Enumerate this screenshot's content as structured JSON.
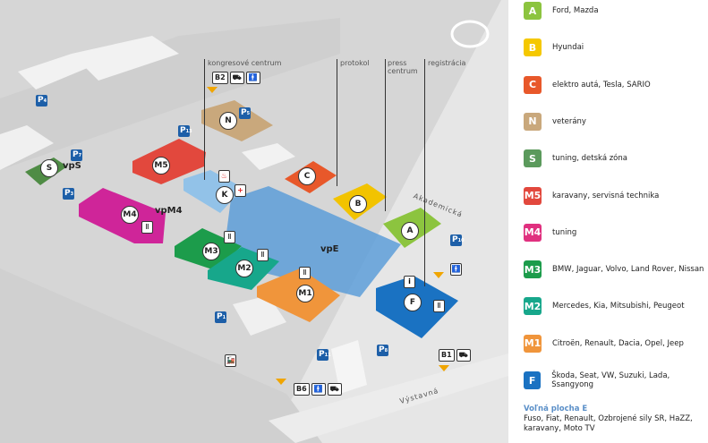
{
  "map": {
    "halls": [
      {
        "id": "N",
        "color": "#c9a87c"
      },
      {
        "id": "M5",
        "color": "#e2483d"
      },
      {
        "id": "S",
        "color": "#4f8c45"
      },
      {
        "id": "M4",
        "color": "#cf2599"
      },
      {
        "id": "K",
        "color": "#92c2e8"
      },
      {
        "id": "C",
        "color": "#e8582a"
      },
      {
        "id": "B",
        "color": "#f2c300"
      },
      {
        "id": "A",
        "color": "#8cc43f"
      },
      {
        "id": "M3",
        "color": "#1c9c4b"
      },
      {
        "id": "M2",
        "color": "#17a78b"
      },
      {
        "id": "M1",
        "color": "#f0953b"
      },
      {
        "id": "F",
        "color": "#1a72c2"
      }
    ],
    "areas": {
      "vpS": "vpS",
      "vpM4": "vpM4",
      "vpE": "vpE"
    },
    "parking": [
      {
        "n": "4"
      },
      {
        "n": "5"
      },
      {
        "n": "13"
      },
      {
        "n": "7"
      },
      {
        "n": "3"
      },
      {
        "n": "10"
      },
      {
        "n": "1"
      },
      {
        "n": "11"
      },
      {
        "n": "8"
      }
    ],
    "parking_letter": "P",
    "pointers": {
      "kongres": "kongresové centrum",
      "protokol": "protokol",
      "press": "press centrum",
      "registracia": "registrácia"
    },
    "gates": {
      "b2": "B2",
      "b1": "B1",
      "b6": "B6"
    },
    "streets": {
      "akademicka": "Akademická",
      "vystavna": "Výstavná"
    }
  },
  "legend": [
    {
      "code": "A",
      "label": "Ford, Mazda",
      "color": "#8cc43f"
    },
    {
      "code": "B",
      "label": "Hyundai",
      "color": "#f5c800"
    },
    {
      "code": "C",
      "label": "elektro autá, Tesla, SARIO",
      "color": "#e8582a"
    },
    {
      "code": "N",
      "label": "veterány",
      "color": "#c9a87c"
    },
    {
      "code": "S",
      "label": "tuning, detská zóna",
      "color": "#5b9a5c"
    },
    {
      "code": "M5",
      "label": "karavany, servisná technika",
      "color": "#e2483d"
    },
    {
      "code": "M4",
      "label": "tuning",
      "color": "#e0307f"
    },
    {
      "code": "M3",
      "label": "BMW, Jaguar, Volvo, Land Rover, Nissan",
      "color": "#1c9c4b"
    },
    {
      "code": "M2",
      "label": "Mercedes, Kia, Mitsubishi, Peugeot",
      "color": "#17a78b"
    },
    {
      "code": "M1",
      "label": "Citroën, Renault, Dacia, Opel, Jeep",
      "color": "#f0953b"
    },
    {
      "code": "F",
      "label": "Škoda, Seat, VW, Suzuki, Lada, Ssangyong",
      "color": "#1a72c2"
    }
  ],
  "free_area": {
    "title": "Voľná plocha E",
    "text": "Fuso, Fiat, Renault, Ozbrojené sily SR, HaZZ, karavany, Moto TV"
  }
}
